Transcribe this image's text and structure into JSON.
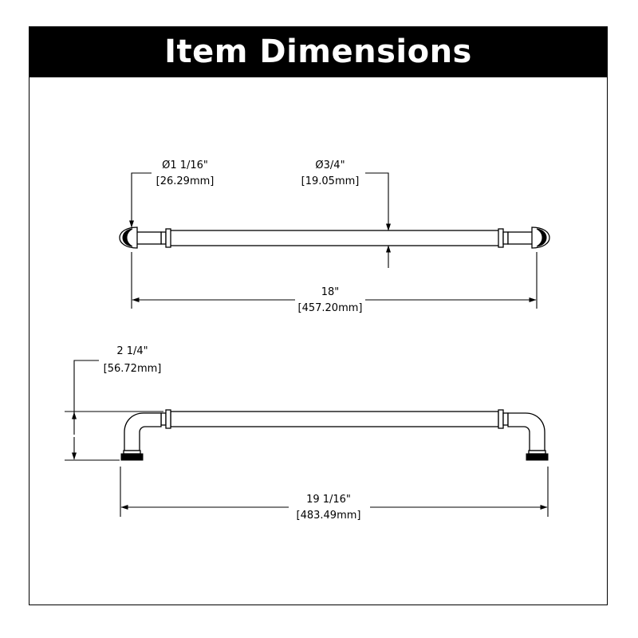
{
  "header": {
    "title": "Item Dimensions"
  },
  "dimensions": {
    "end_diameter": {
      "imperial": "Ø1 1/16\"",
      "metric": "[26.29mm]"
    },
    "bar_diameter": {
      "imperial": "Ø3/4\"",
      "metric": "[19.05mm]"
    },
    "center_to_center": {
      "imperial": "18\"",
      "metric": "[457.20mm]"
    },
    "projection": {
      "imperial": "2 1/4\"",
      "metric": "[56.72mm]"
    },
    "overall_length": {
      "imperial": "19 1/16\"",
      "metric": "[483.49mm]"
    }
  },
  "colors": {
    "header_bg": "#000000",
    "header_text": "#ffffff",
    "line": "#000000"
  }
}
